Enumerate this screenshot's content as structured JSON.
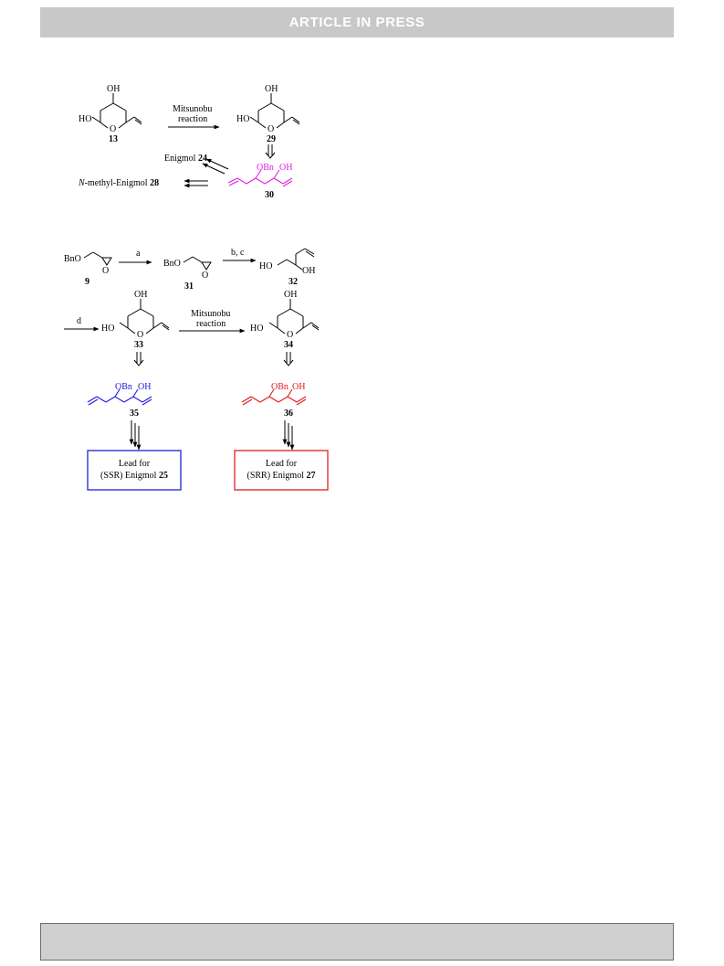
{
  "header": {
    "banner": "ARTICLE IN PRESS"
  },
  "scheme1": {
    "compound_13": "13",
    "compound_29": "29",
    "compound_30": "30",
    "label_oh": "OH",
    "label_ho": "HO",
    "label_o": "O",
    "label_obn": "OBn",
    "arrow_label_line1": "Mitsunobu",
    "arrow_label_line2": "reaction",
    "product_enigmol": "Enigmol ",
    "product_enigmol_num": "24",
    "product_nmethyl_prefix": "N",
    "product_nmethyl": "-methyl-Enigmol ",
    "product_nmethyl_num": "28",
    "colors": {
      "compound_30": "#e020e0"
    }
  },
  "scheme2": {
    "compound_9": "9",
    "compound_31": "31",
    "compound_32": "32",
    "compound_33": "33",
    "compound_34": "34",
    "compound_35": "35",
    "compound_36": "36",
    "label_bno": "BnO",
    "label_o": "O",
    "label_ho": "HO",
    "label_oh": "OH",
    "label_obn": "OBn",
    "step_a": "a",
    "step_bc": "b, c",
    "step_d": "d",
    "arrow_label_line1": "Mitsunobu",
    "arrow_label_line2": "reaction",
    "box_blue_line1": "Lead for",
    "box_blue_line2": "(SSR) Enigmol ",
    "box_blue_num": "25",
    "box_red_line1": "Lead for",
    "box_red_line2": "(SRR) Enigmol ",
    "box_red_num": "27",
    "colors": {
      "compound_35": "#1a1adc",
      "compound_36": "#e01818"
    }
  }
}
